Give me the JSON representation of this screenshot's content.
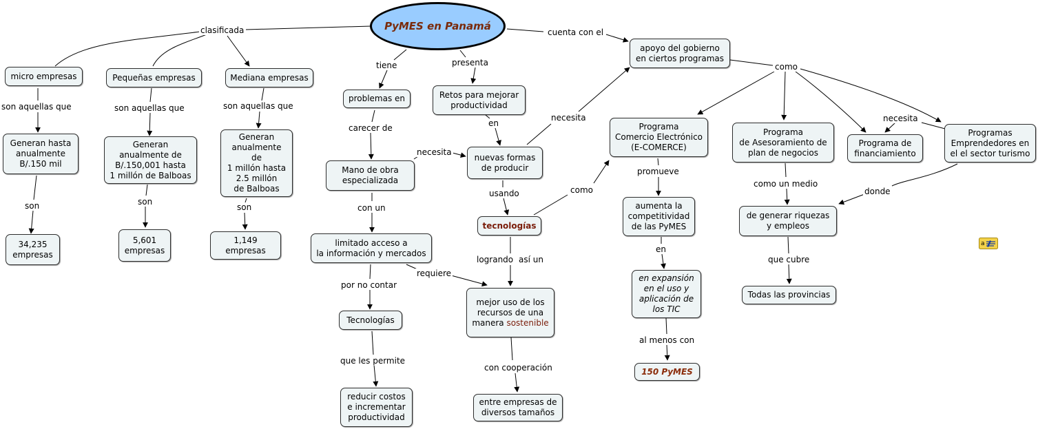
{
  "title": "PyMES en Panamá",
  "nodes": {
    "micro": "micro empresas",
    "pequenas": "Pequeñas empresas",
    "mediana": "Mediana empresas",
    "micro_gen": "Generan hasta\nanualmente\nB/.150 mil",
    "peq_gen": "Generan\nanualmente de\nB/.150,001 hasta\n1 millón de Balboas",
    "med_gen": "Generan\nanualmente\nde\n1 millón hasta\n2.5 millón\nde Balboas",
    "micro_count": "34,235\nempresas",
    "peq_count": "5,601\nempresas",
    "med_count": "1,149\nempresas",
    "problemas": "problemas en",
    "mano_obra": "Mano de obra\nespecializada",
    "limitado": "limitado acceso a\nla información y mercados",
    "tecnologias_box": "Tecnologías",
    "reducir": "reducir costos\ne  incrementar\nproductividad",
    "retos": "Retos para mejorar\nproductividad",
    "nuevas": "nuevas formas\nde producir",
    "tecnologias_main": "tecnologías",
    "mejor_uso": "mejor uso de los\nrecursos de una\nmanera ",
    "mejor_uso_hl": "sostenible",
    "entre": "entre empresas de\ndiversos tamaños",
    "apoyo": "apoyo del gobierno\nen ciertos programas",
    "comercio": "Programa\nComercio Electrónico\n(E-COMERCE)",
    "aumenta": "aumenta la\ncompetitividad\nde las PyMES",
    "expansion": "en expansión\nen el uso y\naplicación de\nlos TIC",
    "pymes150": "150 PyMES",
    "asesoramiento": "Programa\nde Asesoramiento de\nplan de negocios",
    "riquezas": "de generar riquezas\ny empleos",
    "provincias": "Todas las provincias",
    "financiamiento": "Programa de\nfinanciamiento",
    "emprendedores": "Programas\nEmprendedores en\nel el sector turismo"
  },
  "labels": {
    "clasificada": "clasificada",
    "tiene": "tiene",
    "presenta": "presenta",
    "cuenta_con_el": "cuenta con el",
    "son_aquellas_1": "son aquellas que",
    "son_aquellas_2": "son aquellas que",
    "son_aquellas_3": "son aquellas que",
    "son_1": "son",
    "son_2": "son",
    "son_3": "son",
    "carecer_de": "carecer de",
    "necesita_1": "necesita",
    "con_un": "con un",
    "por_no_contar": "por no contar",
    "que_les_permite": "que les permite",
    "requiere": "requiere",
    "en": "en",
    "usando": "usando",
    "logrando": "logrando",
    "asi_un": "así un",
    "con_cooperacion": "con cooperación",
    "necesita_2": "necesita",
    "como_1": "como",
    "como_2": "como",
    "promueve": "promueve",
    "en_2": "en",
    "al_menos_con": "al menos con",
    "como_un_medio": "como un medio",
    "que_cubre": "que cubre",
    "necesita_3": "necesita",
    "donde": "donde"
  },
  "colors": {
    "root_fill": "#99ccff",
    "node_fill": "#eef4f5",
    "highlight_text": "#7a1d0a"
  },
  "icons": [
    "note-attachment-icon"
  ]
}
